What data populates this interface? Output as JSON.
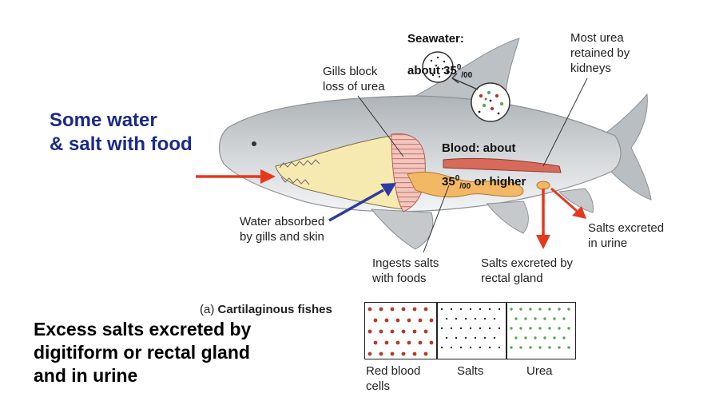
{
  "colors": {
    "shark_body": "#c9cdd0",
    "shark_belly": "#eef0f2",
    "mouth_fill": "#f7eab0",
    "gill_pink": "#e8a9a1",
    "intestine": "#f2b866",
    "kidney": "#d86a5a",
    "arrow_red": "#e6381f",
    "arrow_blue": "#2e3aa3",
    "title_blue": "#1a2a86",
    "rbc_dot": "#b43a2a",
    "salt_dot": "#222222",
    "urea_dot": "#58a85a"
  },
  "labels": {
    "seawater_line1": "Seawater:",
    "seawater_line2_prefix": "about 35",
    "seawater_sup": "0",
    "seawater_sub": "/00",
    "most_urea": "Most urea\nretained by\nkidneys",
    "gills_block": "Gills block\nloss of urea",
    "blood_line1": "Blood: about",
    "blood_line2_prefix": "35",
    "blood_sup": "0",
    "blood_sub": "/00",
    "blood_line2_suffix": " or higher",
    "some_water": "Some water\n& salt with food",
    "water_absorbed": "Water absorbed\nby gills and skin",
    "salts_urine": "Salts excreted\nin urine",
    "ingests_salts": "Ingests salts\nwith foods",
    "salts_rectal": "Salts excreted by\nrectal gland",
    "caption_prefix": "(a) ",
    "caption_bold": "Cartilaginous fishes",
    "excess_salts": "Excess salts excreted by\ndigitiform or rectal gland\nand in urine"
  },
  "key": {
    "items": [
      {
        "label": "Red blood\ncells",
        "dot_color": "#b43a2a"
      },
      {
        "label": "Salts",
        "dot_color": "#222222"
      },
      {
        "label": "Urea",
        "dot_color": "#58a85a"
      }
    ]
  }
}
